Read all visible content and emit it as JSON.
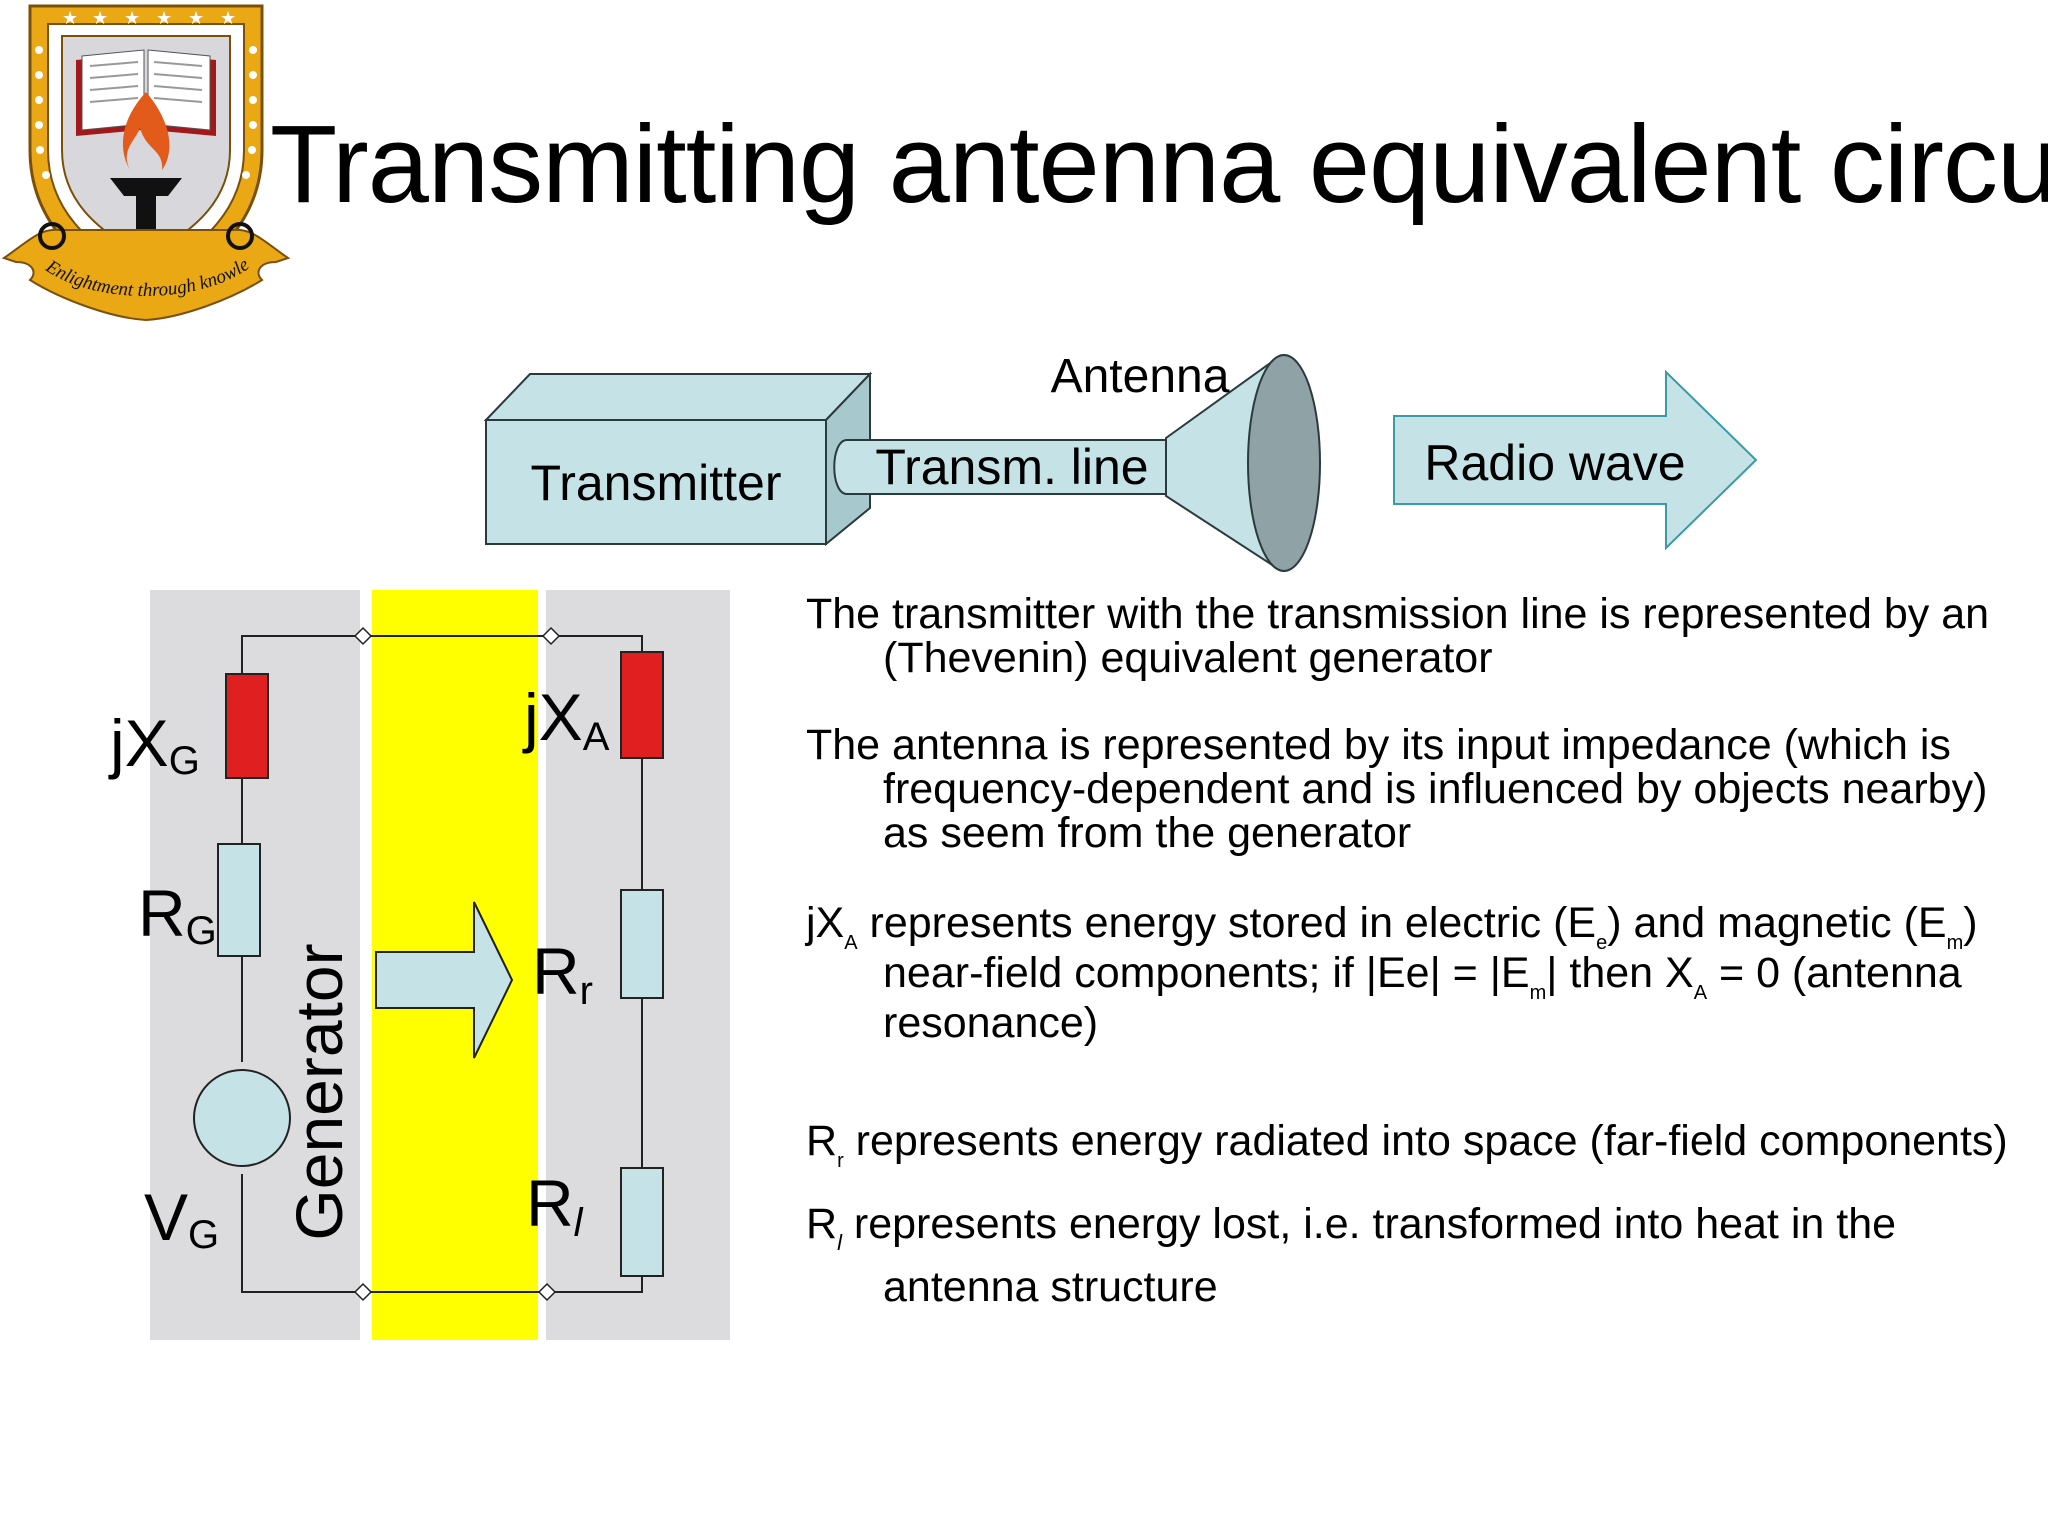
{
  "slide": {
    "title": "Transmitting antenna equivalent circuit"
  },
  "logo": {
    "motto": "Enlightment through knowledge"
  },
  "top_diagram": {
    "transmitter": "Transmitter",
    "line": "Transm. line",
    "antenna": "Antenna",
    "wave": "Radio wave"
  },
  "circuit": {
    "jx_g": "jX",
    "jx_g_sub": "G",
    "r_g": "R",
    "r_g_sub": "G",
    "v_g": "V",
    "v_g_sub": "G",
    "generator": "Generator",
    "jx_a": "jX",
    "jx_a_sub": "A",
    "r_r": "R",
    "r_r_sub": "r",
    "r_l": "R",
    "r_l_sub": "l"
  },
  "notes": {
    "p1": "The transmitter with the transmission line is represented by an (Thevenin) equivalent generator",
    "p2": "The antenna is represented by its input impedance (which is frequency-dependent and is influenced by objects nearby) as seem from the generator",
    "p3": {
      "a": "jX",
      "a_sub": "A",
      "b": " represents energy stored in electric (E",
      "b_sub": "e",
      "c": ") and magnetic (E",
      "c_sub": "m",
      "d": ") near-field components; if |Ee| = |E",
      "d_sub": "m",
      "e": "| then X",
      "e_sub": "A",
      "f": " = 0 (antenna resonance)"
    },
    "p4": {
      "a": "R",
      "a_sub": "r",
      "b": " represents energy radiated into space (far-field components)"
    },
    "p5": {
      "a": "R",
      "a_sub": "l",
      "b": " represents energy lost, i.e. transformed into heat in the antenna structure"
    }
  },
  "colors": {
    "component_fill": "#c5e2e6",
    "reactance": "#e02020",
    "highlight": "#ffff00",
    "panel": "#dcdcdf",
    "logo_gold": "#e9a814",
    "logo_red": "#a3191b"
  }
}
